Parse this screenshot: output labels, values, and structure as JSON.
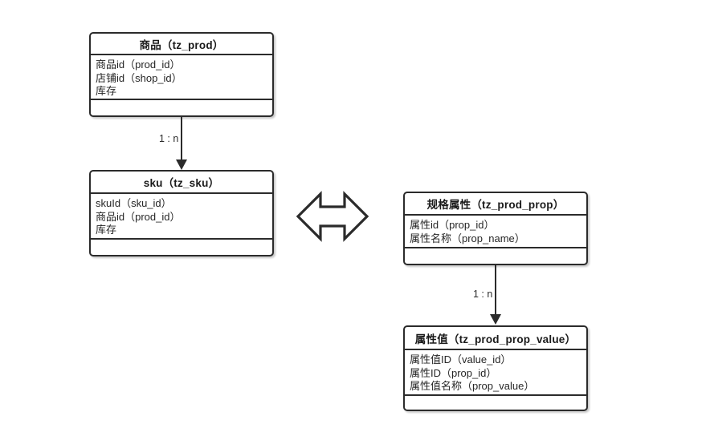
{
  "diagram": {
    "title": "",
    "background_color": "#ffffff",
    "line_color": "#2b2b2b",
    "entities": [
      {
        "id": "tz_prod",
        "title": "商品（tz_prod）",
        "attributes": [
          "商品id（prod_id）",
          "店铺id（shop_id）",
          "库存"
        ],
        "operations": []
      },
      {
        "id": "tz_sku",
        "title": "sku（tz_sku）",
        "attributes": [
          "skuId（sku_id）",
          "商品id（prod_id）",
          "库存"
        ],
        "operations": []
      },
      {
        "id": "tz_prod_prop",
        "title": "规格属性（tz_prod_prop）",
        "attributes": [
          "属性id（prop_id）",
          "属性名称（prop_name）"
        ],
        "operations": []
      },
      {
        "id": "tz_prod_prop_value",
        "title": "属性值（tz_prod_prop_value）",
        "attributes": [
          "属性值ID（value_id）",
          "属性ID（prop_id）",
          "属性值名称（prop_value）"
        ],
        "operations": []
      }
    ],
    "connectors": [
      {
        "id": "prod-to-sku",
        "from": "tz_prod",
        "to": "tz_sku",
        "label": "1 : n",
        "arrow": "down-filled-triangle"
      },
      {
        "id": "prop-to-prop-value",
        "from": "tz_prod_prop",
        "to": "tz_prod_prop_value",
        "label": "1 : n",
        "arrow": "down-filled-triangle"
      }
    ],
    "bidirectional_arrow": {
      "id": "sku-prop-relation",
      "icon": "double-headed-horizontal-arrow",
      "label": ""
    }
  }
}
